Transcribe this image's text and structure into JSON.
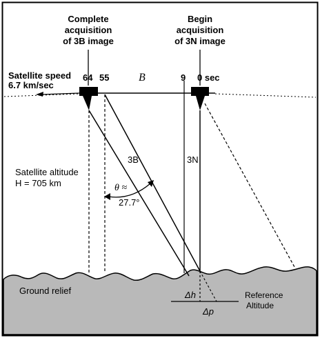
{
  "labels": {
    "complete_acq": [
      "Complete",
      "acquisition",
      "of 3B image"
    ],
    "begin_acq": [
      "Begin",
      "acquisition",
      "of 3N image"
    ],
    "satellite_speed": [
      "Satellite speed",
      "6.7 km/sec"
    ],
    "time_64": "64",
    "time_55": "55",
    "baseline": "B",
    "time_9": "9",
    "time_0": "0 sec",
    "beam_3b": "3B",
    "beam_3n": "3N",
    "satellite_altitude": "Satellite altitude",
    "altitude_value": "H = 705 km",
    "theta": "θ ≈",
    "theta_value": "27.7°",
    "ground_relief": "Ground relief",
    "delta_h": "Δh",
    "delta_p": "Δp",
    "reference_altitude": [
      "Reference",
      "Altitude"
    ]
  },
  "colors": {
    "ground_fill": "#b9b9b9",
    "line": "#000000",
    "background": "#ffffff"
  },
  "icons": {
    "satellite_left": "satellite-icon",
    "satellite_right": "satellite-icon"
  }
}
